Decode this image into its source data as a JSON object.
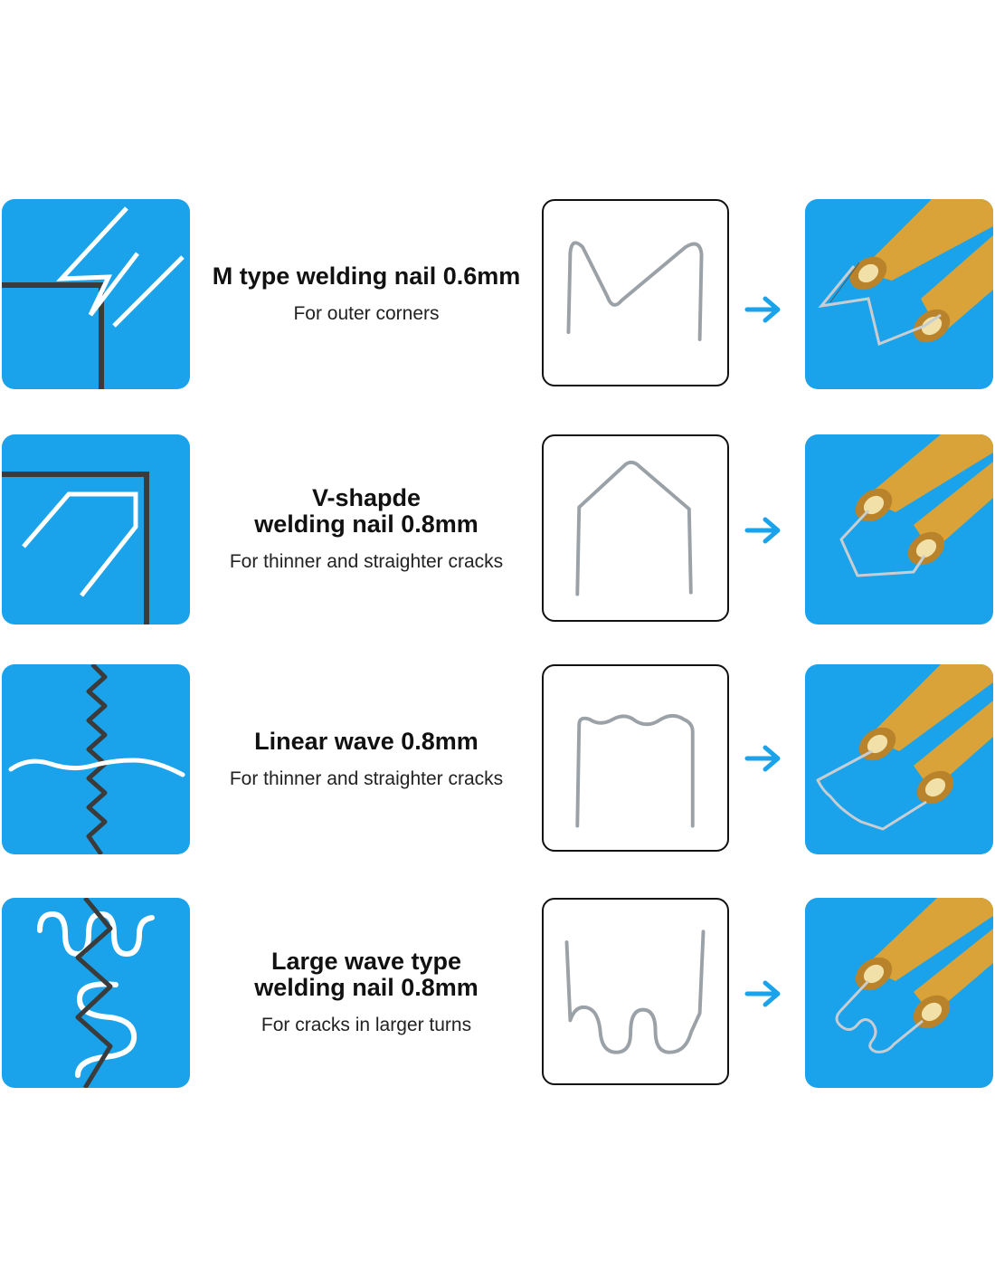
{
  "colors": {
    "tile_blue": "#1aa3ea",
    "arrow_blue": "#1aa3ea",
    "edge_dark": "#3b3b3b",
    "wire": "#b8bec4",
    "brass": "#d9a33a"
  },
  "items": [
    {
      "title_lines": [
        "M type welding nail 0.6mm"
      ],
      "subtitle": "For outer corners",
      "crack_icon": "outer-corner-crack-icon",
      "nail_icon": "m-nail-icon",
      "app_icon": "m-nail-in-stapler-icon"
    },
    {
      "title_lines": [
        "V-shapde",
        "welding nail 0.8mm"
      ],
      "subtitle": "For thinner and straighter cracks",
      "crack_icon": "inner-corner-crack-icon",
      "nail_icon": "v-nail-icon",
      "app_icon": "v-nail-in-stapler-icon"
    },
    {
      "title_lines": [
        "Linear wave 0.8mm"
      ],
      "subtitle": "For thinner and straighter cracks",
      "crack_icon": "straight-crack-icon",
      "nail_icon": "linear-wave-nail-icon",
      "app_icon": "linear-wave-nail-in-stapler-icon"
    },
    {
      "title_lines": [
        "Large wave type",
        "welding nail 0.8mm"
      ],
      "subtitle": "For cracks in larger turns",
      "crack_icon": "turning-crack-icon",
      "nail_icon": "large-wave-nail-icon",
      "app_icon": "large-wave-nail-in-stapler-icon"
    }
  ]
}
